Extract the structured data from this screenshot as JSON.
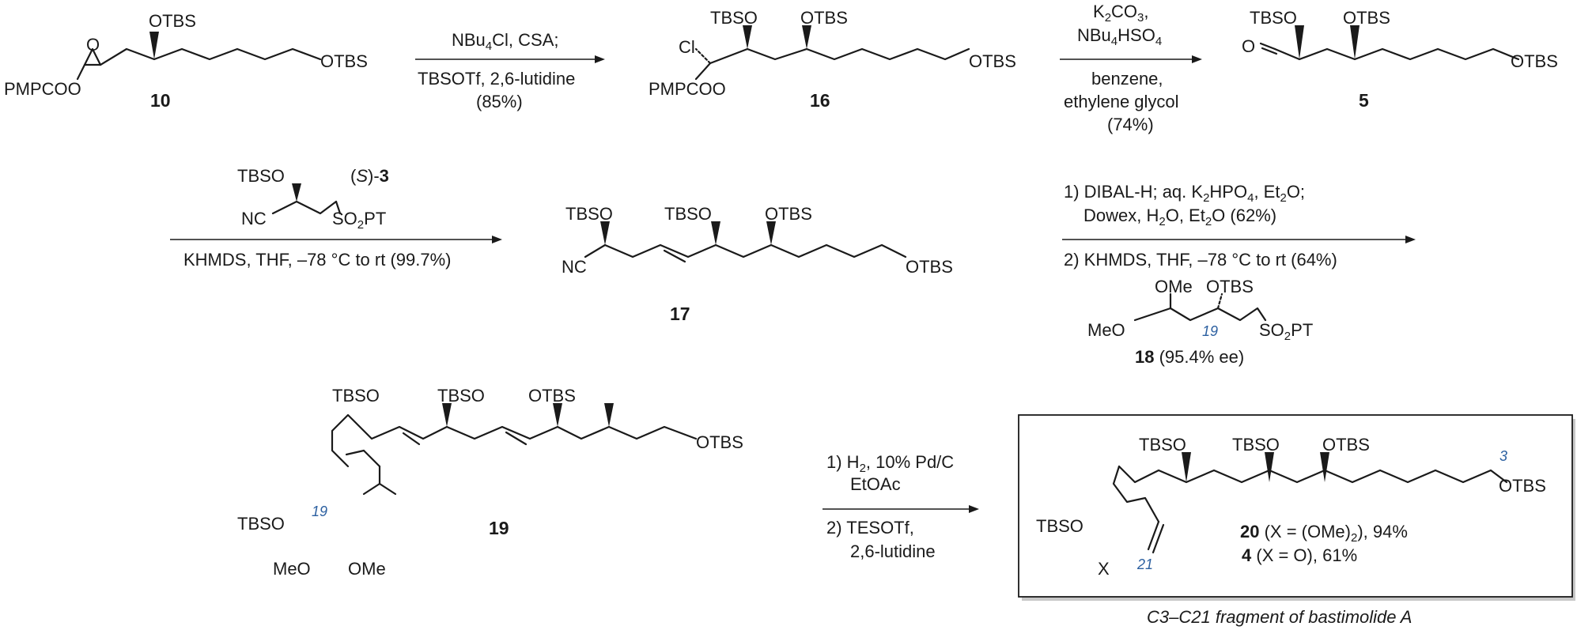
{
  "compounds": {
    "c10": {
      "number": "10",
      "tbs_o": "OTBS",
      "otbs_end": "OTBS",
      "pmp": "PMPCOO",
      "labels": [
        {
          "type": "sym",
          "text": "O"
        },
        {
          "type": "sym",
          "text": "OTBS"
        },
        {
          "type": "sym",
          "text": "OTBS"
        },
        {
          "type": "sym",
          "text": "PMPCOO"
        }
      ]
    },
    "c16": {
      "number": "16",
      "tbso": "TBSO",
      "otbs1": "OTBS",
      "cl": "Cl",
      "otbs_end": "OTBS",
      "pmp": "PMPCOO"
    },
    "c5": {
      "number": "5",
      "tbso": "TBSO",
      "otbs1": "OTBS",
      "ald_o": "O",
      "otbs_end": "OTBS"
    },
    "s3": {
      "tbso": "TBSO",
      "label_pre": "(",
      "label_s": "S",
      "label_post": ")-",
      "label_num": "3",
      "nc": "NC",
      "so2pt_a": "SO",
      "so2pt_sub": "2",
      "so2pt_b": "PT"
    },
    "c17": {
      "number": "17",
      "tbso_a": "TBSO",
      "tbso_b": "TBSO",
      "otbs1": "OTBS",
      "nc": "NC",
      "otbs_end": "OTBS"
    },
    "c18": {
      "ome": "OMe",
      "otbs": "OTBS",
      "loc19": "19",
      "meo": "MeO",
      "so2pt_a": "SO",
      "so2pt_sub": "2",
      "so2pt_b": "PT",
      "num": "18",
      "ee": " (95.4% ee)"
    },
    "c19": {
      "number": "19",
      "tbso_a": "TBSO",
      "tbso_b": "TBSO",
      "otbs1": "OTBS",
      "otbs_end": "OTBS",
      "tbso_c": "TBSO",
      "loc19": "19",
      "meo": "MeO",
      "ome": "OMe"
    },
    "c20": {
      "tbso_a": "TBSO",
      "tbso_b": "TBSO",
      "otbs1": "OTBS",
      "loc3": "3",
      "otbs_end": "OTBS",
      "tbso_c": "TBSO",
      "x": "X",
      "loc21": "21",
      "n20": "20",
      "t20a": " (X = (OMe)",
      "t20sub": "2",
      "t20b": "), 94%",
      "n4": "4",
      "t4": " (X = O), 61%"
    }
  },
  "reagents": {
    "step1": {
      "top_a": "NBu",
      "top_sub": "4",
      "top_b": "Cl, CSA;",
      "bottom1": "TBSOTf, 2,6-lutidine",
      "bottom2": "(85%)"
    },
    "step2": {
      "top1_a": "K",
      "top1_sub": "2",
      "top1_b": "CO",
      "top1_sub2": "3",
      "top1_c": ",",
      "top2_a": "NBu",
      "top2_sub": "4",
      "top2_b": "HSO",
      "top2_sub2": "4",
      "bottom1": "benzene,",
      "bottom2": "ethylene glycol",
      "bottom3": "(74%)"
    },
    "step3": {
      "bottom": "KHMDS, THF, –78 °C to rt (99.7%)"
    },
    "step4": {
      "l1_a": "1) DIBAL-H; aq. K",
      "l1_sub": "2",
      "l1_b": "HPO",
      "l1_sub2": "4",
      "l1_c": ", Et",
      "l1_sub3": "2",
      "l1_d": "O;",
      "l2_a": "Dowex, H",
      "l2_sub": "2",
      "l2_b": "O, Et",
      "l2_sub2": "2",
      "l2_c": "O (62%)",
      "l3": "2) KHMDS, THF,  –78 °C to rt (64%)"
    },
    "step5": {
      "l1_a": "1) H",
      "l1_sub": "2",
      "l1_b": ", 10% Pd/C",
      "l2": "EtOAc",
      "l3": "2) TESOTf,",
      "l4": "2,6-lutidine"
    }
  },
  "caption": "C3–C21 fragment of bastimolide A"
}
